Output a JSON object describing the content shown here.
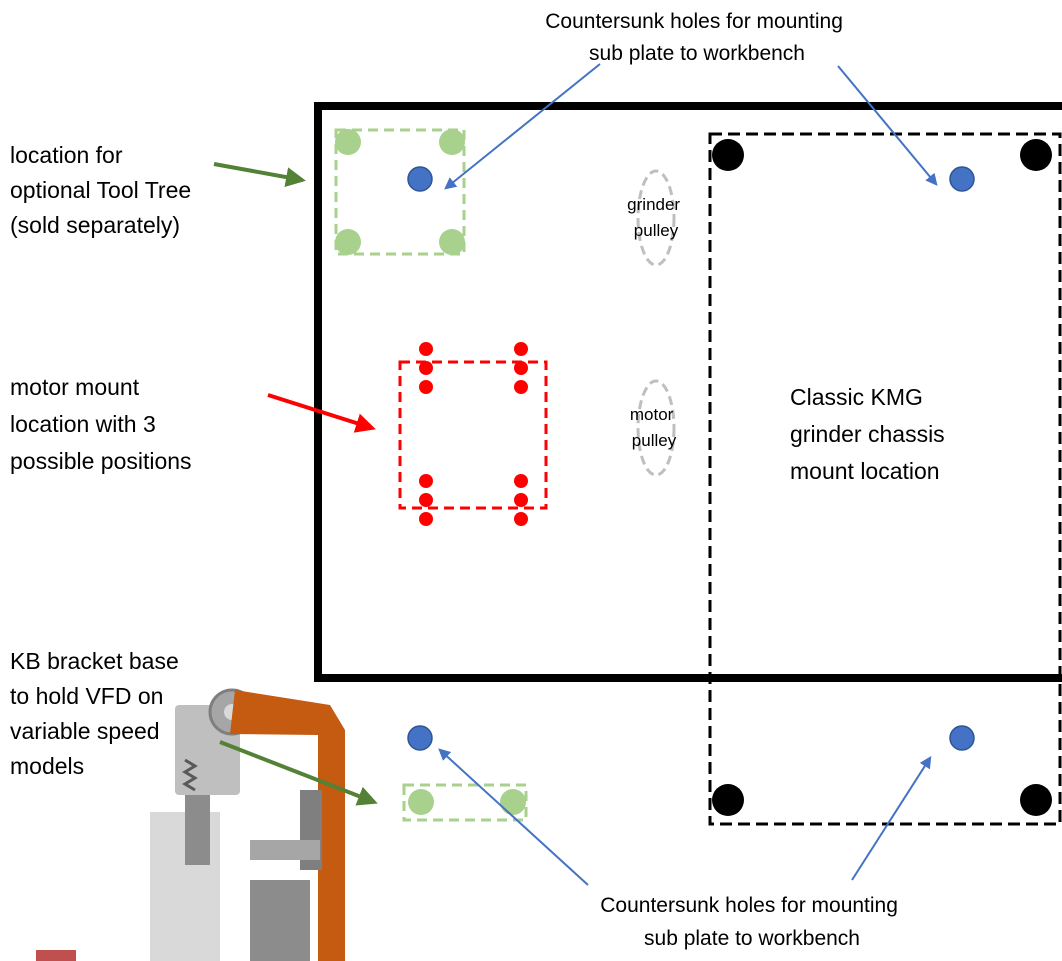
{
  "colors": {
    "plate_border": "#000000",
    "mount_hole": "#4472c4",
    "mount_hole_stroke": "#2f5597",
    "tool_tree": "#a9d18e",
    "motor_mount": "#ff0000",
    "chassis_hole": "#000000",
    "pulley_outline": "#bfbfbf",
    "green_arrow": "#538135",
    "red_arrow": "#ff0000",
    "blue_arrow": "#4472c4",
    "belt_orange": "#c55a11",
    "metal_gray": "#a6a6a6"
  },
  "labels": {
    "countersunk_top": [
      "Countersunk holes for mounting",
      "sub plate to workbench"
    ],
    "countersunk_bottom": [
      "Countersunk holes for mounting",
      "sub plate to workbench"
    ],
    "tool_tree": [
      "location for",
      "optional Tool Tree",
      "(sold separately)"
    ],
    "motor_mount": [
      "motor mount",
      "location with 3",
      "possible positions"
    ],
    "kb_bracket": [
      "KB bracket base",
      "to hold VFD on",
      "variable speed",
      "models"
    ],
    "grinder_pulley": [
      "grinder",
      "pulley"
    ],
    "motor_pulley": [
      "motor",
      "pulley"
    ],
    "chassis": [
      "Classic KMG",
      "grinder chassis",
      "mount location"
    ]
  },
  "icons": {
    "mount_hole": "filled-blue-circle",
    "chassis_hole": "filled-black-circle",
    "tool_tree_hole": "filled-green-circle",
    "motor_hole": "filled-red-circle",
    "grinder_photo": "belt-grinder-photo"
  }
}
